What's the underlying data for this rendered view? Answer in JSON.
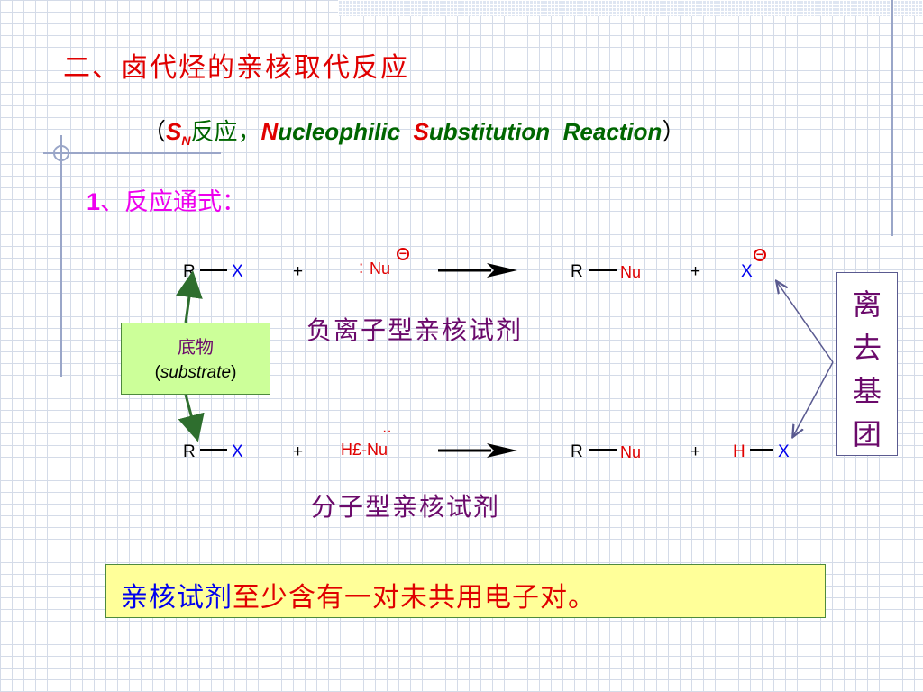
{
  "header": {
    "title": "二、卤代烃的亲核取代反应",
    "subtitle": {
      "open_paren": "（",
      "s": "S",
      "n_sub": "N",
      "cn_word": "反应，",
      "nu_initial": "N",
      "nu_rest": "ucleophilic",
      "s_initial": "S",
      "s_rest": "ubstitution",
      "reaction": "Reaction",
      "close_paren": "）"
    },
    "section": {
      "number": "1",
      "text": "、反应通式："
    }
  },
  "reaction1": {
    "r": "R",
    "x": "X",
    "plus1": "+",
    "nu_dots": ":",
    "nu": "Nu",
    "charge": "−",
    "product_r": "R",
    "product_nu": "Nu",
    "plus2": "+",
    "leaving_x": "X",
    "leaving_charge": "−",
    "caption": "负离子型亲核试剂"
  },
  "reaction2": {
    "r": "R",
    "x": "X",
    "plus1": "+",
    "nu_dots": "··",
    "nu": "H£-Nu",
    "product_r": "R",
    "product_nu": "Nu",
    "plus2": "+",
    "h": "H",
    "leaving_x": "X",
    "caption": "分子型亲核试剂"
  },
  "substrate_box": {
    "cn": "底物",
    "open": "(",
    "en": "substrate",
    "close": ")"
  },
  "leaving_group_box": {
    "chars": [
      "离",
      "去",
      "基",
      "团"
    ]
  },
  "note": {
    "highlight": "亲核试剂",
    "rest": "至少含有一对未共用电子对。"
  },
  "colors": {
    "red": "#e00000",
    "blue": "#0000ee",
    "green": "#006600",
    "magenta": "#ee00ee",
    "purple": "#6b0a6b",
    "substrate_fill": "#ccff99",
    "note_fill": "#ffff99"
  }
}
